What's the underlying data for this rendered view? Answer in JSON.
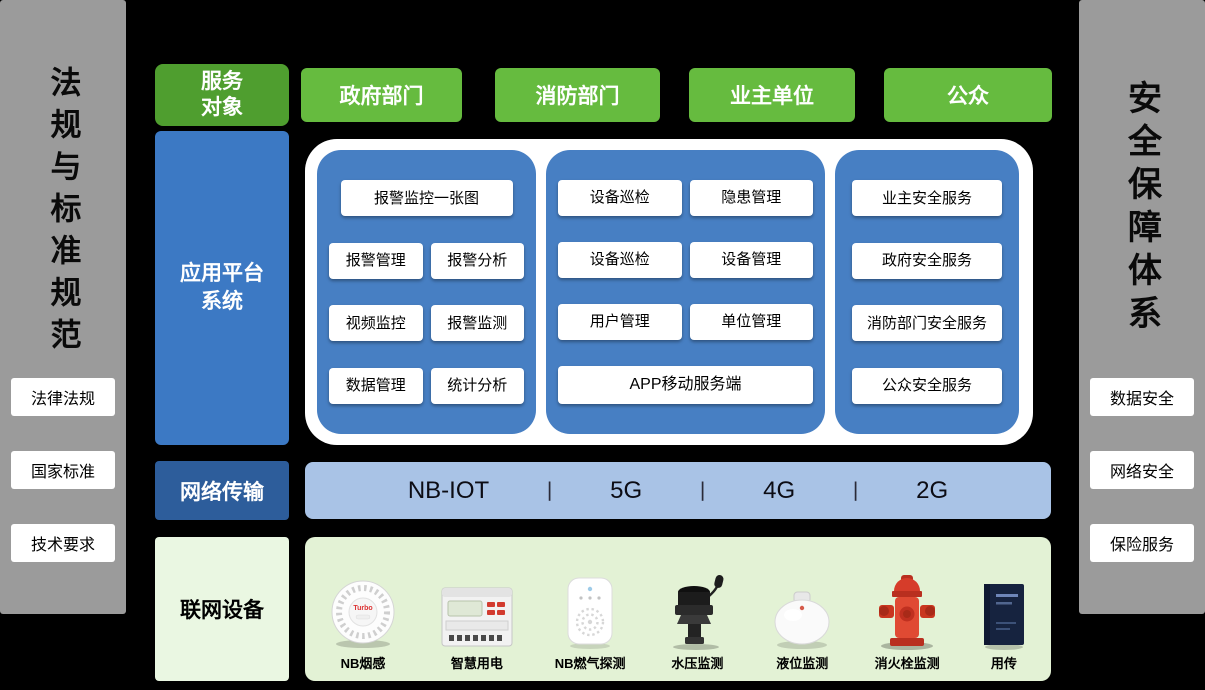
{
  "left_panel": {
    "title": "法规与标准规范",
    "items": [
      "法律法规",
      "国家标准",
      "技术要求"
    ]
  },
  "right_panel": {
    "title": "安全保障体系",
    "items": [
      "数据安全",
      "网络安全",
      "保险服务"
    ]
  },
  "service_row": {
    "label": "服务对象",
    "items": [
      "政府部门",
      "消防部门",
      "业主单位",
      "公众"
    ]
  },
  "platform": {
    "label": "应用平台系统",
    "columns": [
      {
        "rows": [
          [
            "报警监控一张图"
          ],
          [
            "报警管理",
            "报警分析"
          ],
          [
            "视频监控",
            "报警监测"
          ],
          [
            "数据管理",
            "统计分析"
          ]
        ]
      },
      {
        "rows": [
          [
            "设备巡检",
            "隐患管理"
          ],
          [
            "设备巡检",
            "设备管理"
          ],
          [
            "用户管理",
            "单位管理"
          ],
          [
            "APP移动服务端"
          ]
        ]
      },
      {
        "rows": [
          [
            "业主安全服务"
          ],
          [
            "政府安全服务"
          ],
          [
            "消防部门安全服务"
          ],
          [
            "公众安全服务"
          ]
        ]
      }
    ]
  },
  "network": {
    "label": "网络传输",
    "items": [
      "NB-IOT",
      "5G",
      "4G",
      "2G"
    ],
    "separator": "丨"
  },
  "devices": {
    "label": "联网设备",
    "smoke_detector_text": "Turbo",
    "items": [
      {
        "label": "NB烟感",
        "icon": "smoke-detector-icon"
      },
      {
        "label": "智慧用电",
        "icon": "smart-power-meter-icon"
      },
      {
        "label": "NB燃气探测",
        "icon": "gas-detector-icon"
      },
      {
        "label": "水压监测",
        "icon": "water-pressure-sensor-icon"
      },
      {
        "label": "液位监测",
        "icon": "liquid-level-sensor-icon"
      },
      {
        "label": "消火栓监测",
        "icon": "fire-hydrant-monitor-icon"
      },
      {
        "label": "用传",
        "icon": "document-book-icon"
      }
    ]
  },
  "colors": {
    "background": "#000000",
    "green_label": "#4f9e2f",
    "green_item": "#66bb3f",
    "blue_platform": "#3c79c4",
    "blue_column": "#477fc3",
    "network_label": "#2d5d9b",
    "network_bar": "#a9c3e6",
    "devices_label_bg": "#eaf7e2",
    "devices_bg": "#e3f2d5",
    "panel_gray": "#9b9b9b"
  }
}
